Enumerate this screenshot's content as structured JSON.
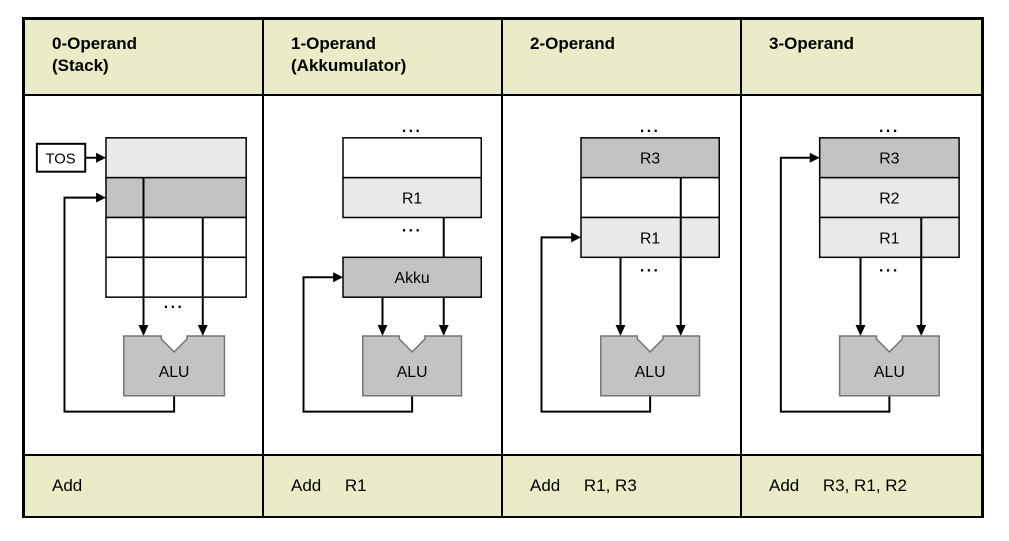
{
  "colors": {
    "band_bg": "#e9ecc6",
    "row_light": "#e9e9e9",
    "row_medium": "#c3c3c3",
    "alu_fill": "#c3c3c3",
    "alu_border": "#757575",
    "line": "#000000"
  },
  "columns": [
    {
      "header_line1": "0-Operand",
      "header_line2": "(Stack)",
      "instruction": "Add",
      "tos_label": "TOS",
      "alu_label": "ALU",
      "ellipsis_bottom": "..."
    },
    {
      "header_line1": "1-Operand",
      "header_line2": "(Akkumulator)",
      "instruction": "Add     R1",
      "ellipsis_top": "...",
      "ellipsis_bottom": "...",
      "reg_labels": {
        "r1": "R1"
      },
      "akku_label": "Akku",
      "alu_label": "ALU"
    },
    {
      "header_line1": "2-Operand",
      "header_line2": "",
      "instruction": "Add     R1, R3",
      "ellipsis_top": "...",
      "ellipsis_bottom": "...",
      "reg_labels": {
        "r3": "R3",
        "r1": "R1"
      },
      "alu_label": "ALU"
    },
    {
      "header_line1": "3-Operand",
      "header_line2": "",
      "instruction": "Add     R3, R1, R2",
      "ellipsis_top": "...",
      "ellipsis_bottom": "...",
      "reg_labels": {
        "r3": "R3",
        "r2": "R2",
        "r1": "R1"
      },
      "alu_label": "ALU"
    }
  ]
}
